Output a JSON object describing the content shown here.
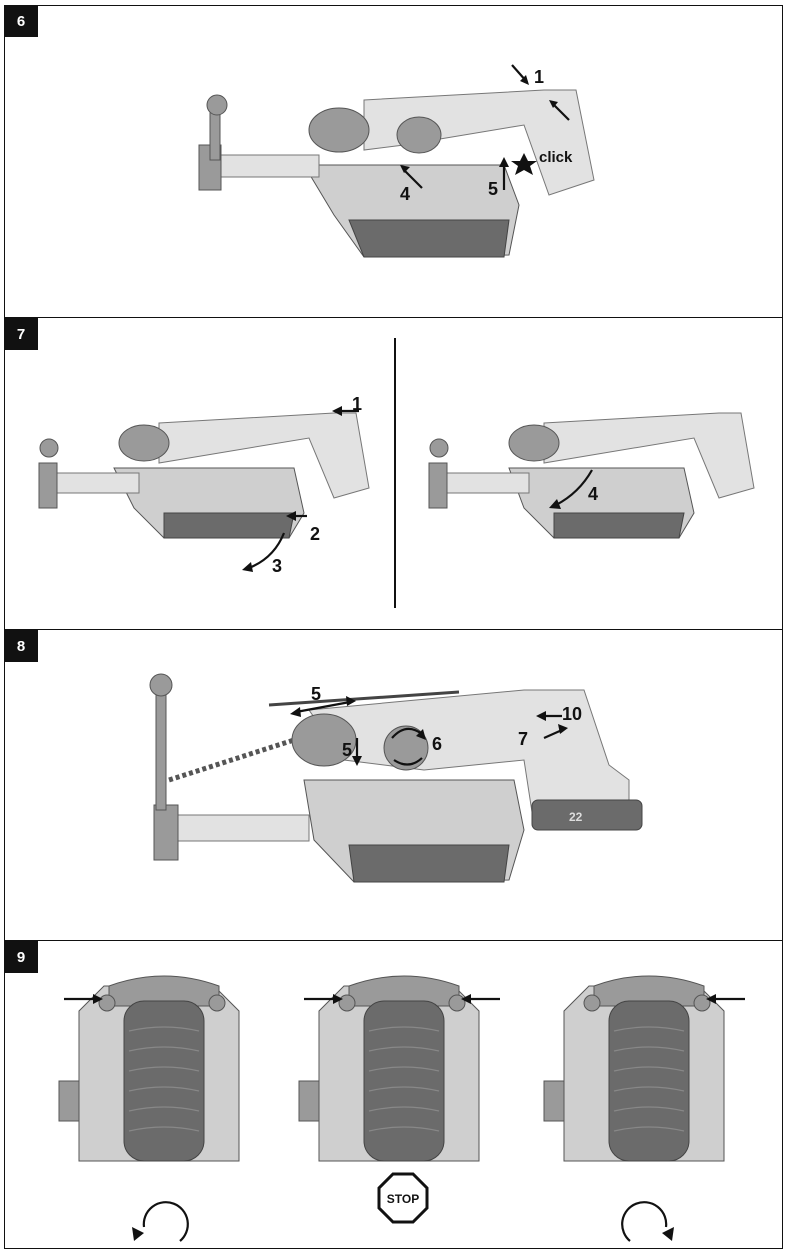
{
  "panels": [
    {
      "number": "6",
      "labels": {
        "l1": "1",
        "l4": "4",
        "l5": "5",
        "click": "click"
      }
    },
    {
      "number": "7",
      "labels": {
        "l1": "1",
        "l2": "2",
        "l3": "3",
        "l4": "4"
      }
    },
    {
      "number": "8",
      "labels": {
        "l5a": "5",
        "l5b": "5",
        "l6": "6",
        "l7": "7",
        "l10": "10",
        "battery": "22"
      }
    },
    {
      "number": "9",
      "labels": {
        "stop": "STOP"
      }
    }
  ],
  "colors": {
    "ink": "#111111",
    "housing": "#cfcfcf",
    "dark": "#6b6b6b"
  }
}
